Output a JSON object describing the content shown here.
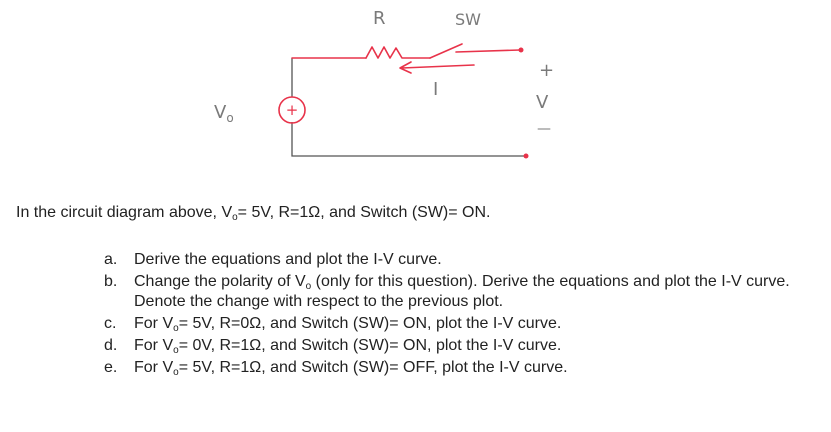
{
  "diagram": {
    "labels": {
      "resistor": "R",
      "switch": "SW",
      "current": "I",
      "source": "V",
      "source_sub": "o",
      "plus": "+",
      "voltage": "V",
      "minus": "—"
    }
  },
  "intro": {
    "p1": "In the circuit diagram above, V",
    "sub": "o",
    "p2": "= 5V, R=1Ω, and Switch (SW)= ON."
  },
  "questions": [
    {
      "letter": "a.",
      "p1": "Derive the equations and plot the I-V curve.",
      "sub": "",
      "p2": ""
    },
    {
      "letter": "b.",
      "p1": "Change the polarity of V",
      "sub": "o",
      "p2": " (only for this question). Derive the equations and plot the I-V curve. Denote the change with respect to the previous plot."
    },
    {
      "letter": "c.",
      "p1": "For V",
      "sub": "o",
      "p2": "= 5V, R=0Ω, and Switch (SW)= ON, plot the I-V curve."
    },
    {
      "letter": "d.",
      "p1": "For V",
      "sub": "o",
      "p2": "= 0V, R=1Ω, and Switch (SW)= ON, plot the I-V curve."
    },
    {
      "letter": "e.",
      "p1": "For V",
      "sub": "o",
      "p2": "= 5V, R=1Ω, and Switch (SW)= OFF, plot the I-V curve."
    }
  ]
}
